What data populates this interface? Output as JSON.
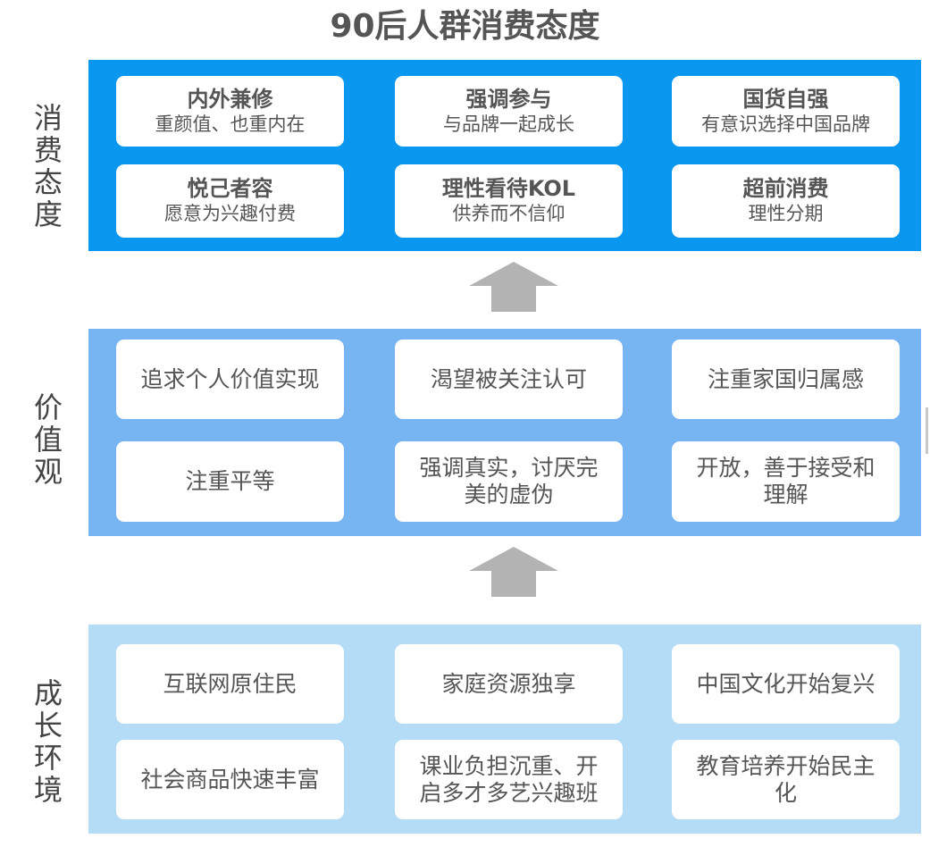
{
  "title": "90后人群消费态度",
  "colors": {
    "attitude_band": "#0a97f0",
    "values_band": "#76b5f2",
    "environment_band": "#b4dcf7",
    "card": "#ffffff",
    "arrow": "#b3b3b3",
    "text": "#555555"
  },
  "layers": [
    {
      "label": "消费态度",
      "cards": [
        {
          "title": "内外兼修",
          "subtitle": "重颜值、也重内在"
        },
        {
          "title": "强调参与",
          "subtitle": "与品牌一起成长"
        },
        {
          "title": "国货自强",
          "subtitle": "有意识选择中国品牌"
        },
        {
          "title": "悦己者容",
          "subtitle": "愿意为兴趣付费"
        },
        {
          "title": "理性看待KOL",
          "subtitle": "供养而不信仰"
        },
        {
          "title": "超前消费",
          "subtitle": "理性分期"
        }
      ]
    },
    {
      "label": "价值观",
      "cards": [
        {
          "text": "追求个人价值实现"
        },
        {
          "text": "渴望被关注认可"
        },
        {
          "text": "注重家国归属感"
        },
        {
          "text": "注重平等"
        },
        {
          "text": "强调真实，讨厌完美的虚伪"
        },
        {
          "text": "开放，善于接受和理解"
        }
      ]
    },
    {
      "label": "成长环境",
      "cards": [
        {
          "text": "互联网原住民"
        },
        {
          "text": "家庭资源独享"
        },
        {
          "text": "中国文化开始复兴"
        },
        {
          "text": "社会商品快速丰富"
        },
        {
          "text": "课业负担沉重、开启多才多艺兴趣班"
        },
        {
          "text": "教育培养开始民主化"
        }
      ]
    }
  ]
}
